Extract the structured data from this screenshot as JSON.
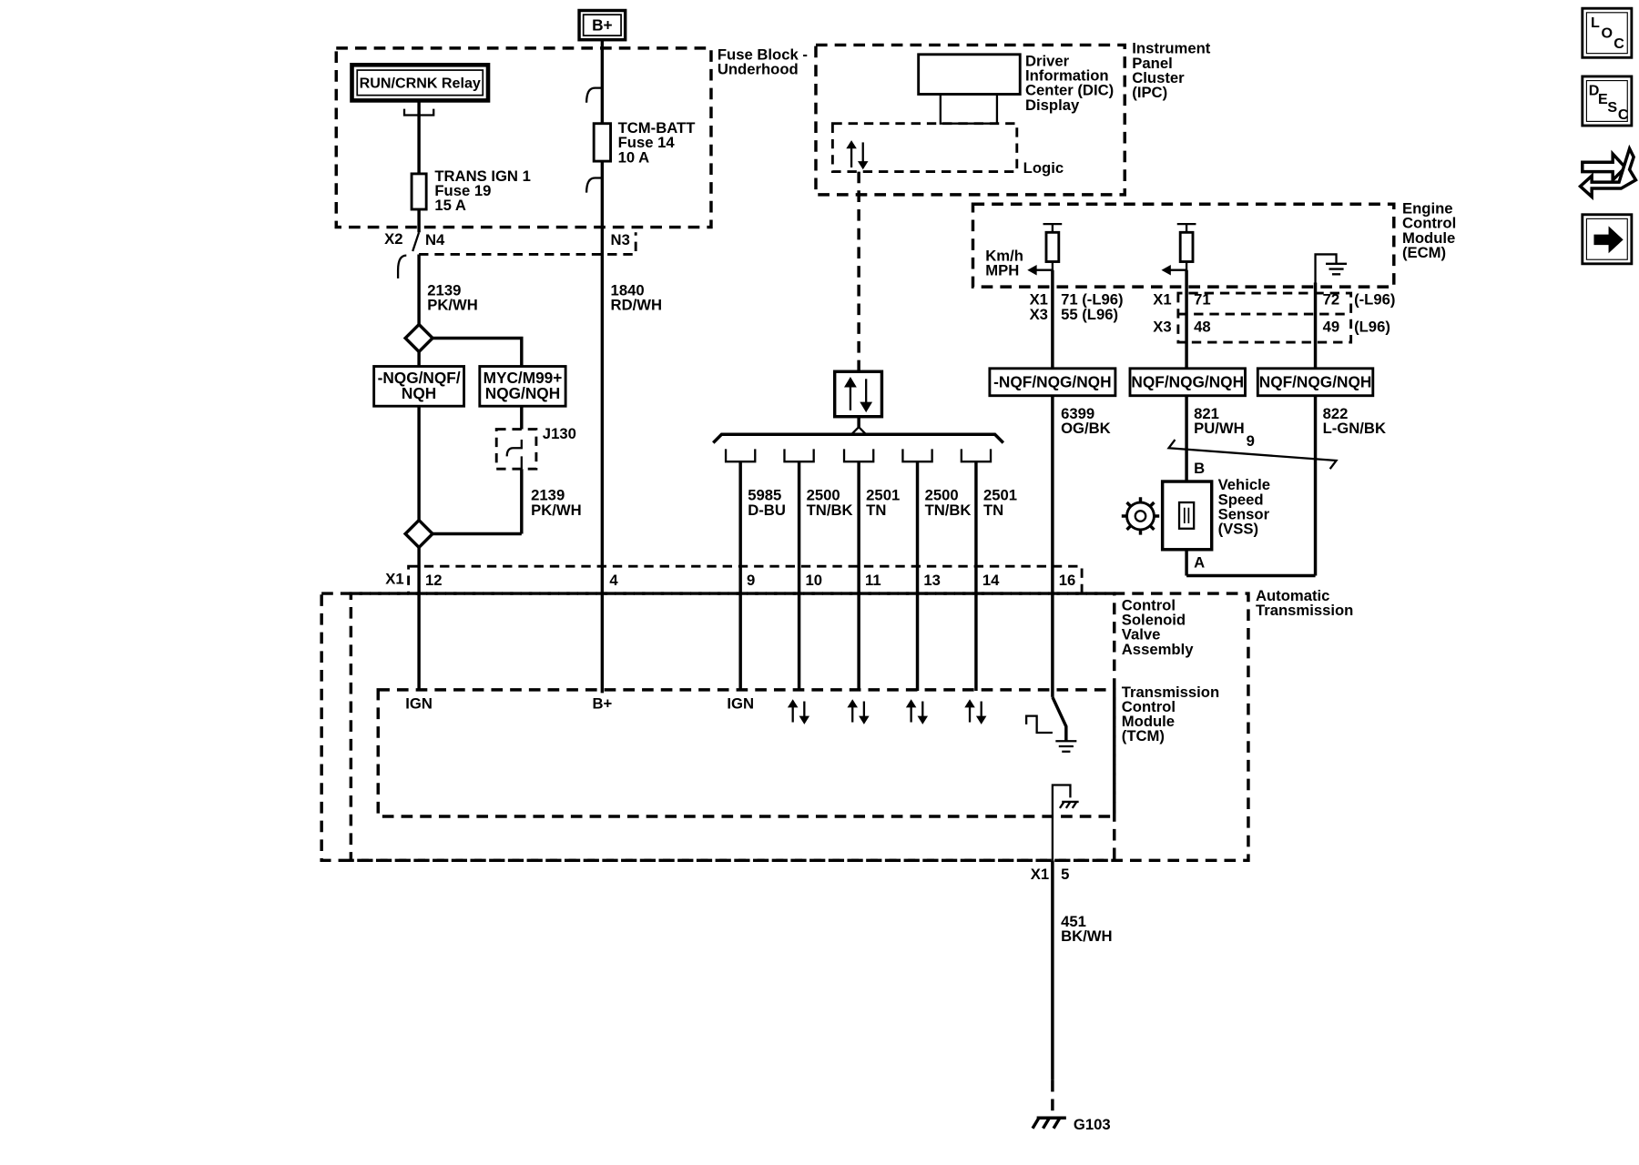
{
  "header": {
    "power_label": "B+"
  },
  "fuse_block": {
    "title": [
      "Fuse Block -",
      "Underhood"
    ],
    "relay_label": "RUN/CRNK Relay",
    "fuse_ign": [
      "TRANS IGN 1",
      "Fuse 19",
      "15 A"
    ],
    "fuse_batt": [
      "TCM-BATT",
      "Fuse 14",
      "10 A"
    ],
    "connector_x2": "X2",
    "pin_n4": "N4",
    "pin_n3": "N3"
  },
  "ipc": {
    "title": [
      "Instrument",
      "Panel",
      "Cluster",
      "(IPC)"
    ],
    "dic": [
      "Driver",
      "Information",
      "Center (DIC)",
      "Display"
    ],
    "logic": "Logic"
  },
  "ecm": {
    "title": [
      "Engine",
      "Control",
      "Module",
      "(ECM)"
    ],
    "speed_units": [
      "Km/h",
      "MPH"
    ],
    "conn_a": {
      "x1": "X1",
      "x3": "X3",
      "pin_x1": "71 (-L96)",
      "pin_x3": "55 (L96)"
    },
    "conn_b": {
      "x1": "X1",
      "x3": "X3",
      "pin_x1": "71",
      "pin_x3": "48"
    },
    "conn_c": {
      "pin_x1": "72",
      "opt_x1": "(-L96)",
      "pin_x3": "49",
      "opt_x3": "(L96)"
    }
  },
  "wires": {
    "w2139_top": [
      "2139",
      "PK/WH"
    ],
    "w2139_bot": [
      "2139",
      "PK/WH"
    ],
    "w1840": [
      "1840",
      "RD/WH"
    ],
    "w5985": [
      "5985",
      "D-BU"
    ],
    "w2500a": [
      "2500",
      "TN/BK"
    ],
    "w2501a": [
      "2501",
      "TN"
    ],
    "w2500b": [
      "2500",
      "TN/BK"
    ],
    "w2501b": [
      "2501",
      "TN"
    ],
    "w6399": [
      "6399",
      "OG/BK"
    ],
    "w821": [
      "821",
      "PU/WH"
    ],
    "w822": [
      "822",
      "L-GN/BK"
    ],
    "w451": [
      "451",
      "BK/WH"
    ]
  },
  "options": {
    "left": [
      "-NQG/NQF/",
      "NQH"
    ],
    "right": [
      "MYC/M99+",
      "NQG/NQH"
    ],
    "ecm_a": "-NQF/NQG/NQH",
    "ecm_b": "NQF/NQG/NQH",
    "ecm_c": "NQF/NQG/NQH"
  },
  "splice": "J130",
  "twist_label": "9",
  "vss": {
    "title": [
      "Vehicle",
      "Speed",
      "Sensor",
      "(VSS)"
    ],
    "pin_b": "B",
    "pin_a": "A"
  },
  "tcm_connector": {
    "x1": "X1",
    "pins": [
      "12",
      "4",
      "9",
      "10",
      "11",
      "13",
      "14",
      "16"
    ]
  },
  "transmission": {
    "auto_title": [
      "Automatic",
      "Transmission"
    ],
    "csva_title": [
      "Control",
      "Solenoid",
      "Valve",
      "Assembly"
    ],
    "tcm_title": [
      "Transmission",
      "Control",
      "Module",
      "(TCM)"
    ],
    "ign_a": "IGN",
    "bplus": "B+",
    "ign_b": "IGN"
  },
  "ground": {
    "x1": "X1",
    "pin": "5",
    "label": "G103"
  },
  "side_icons": [
    {
      "name": "loc-icon",
      "letters": [
        "L",
        "O",
        "C"
      ]
    },
    {
      "name": "desc-icon",
      "letters": [
        "D",
        "E",
        "S",
        "C"
      ]
    },
    {
      "name": "schematic-icon"
    },
    {
      "name": "next-arrow-icon"
    }
  ]
}
